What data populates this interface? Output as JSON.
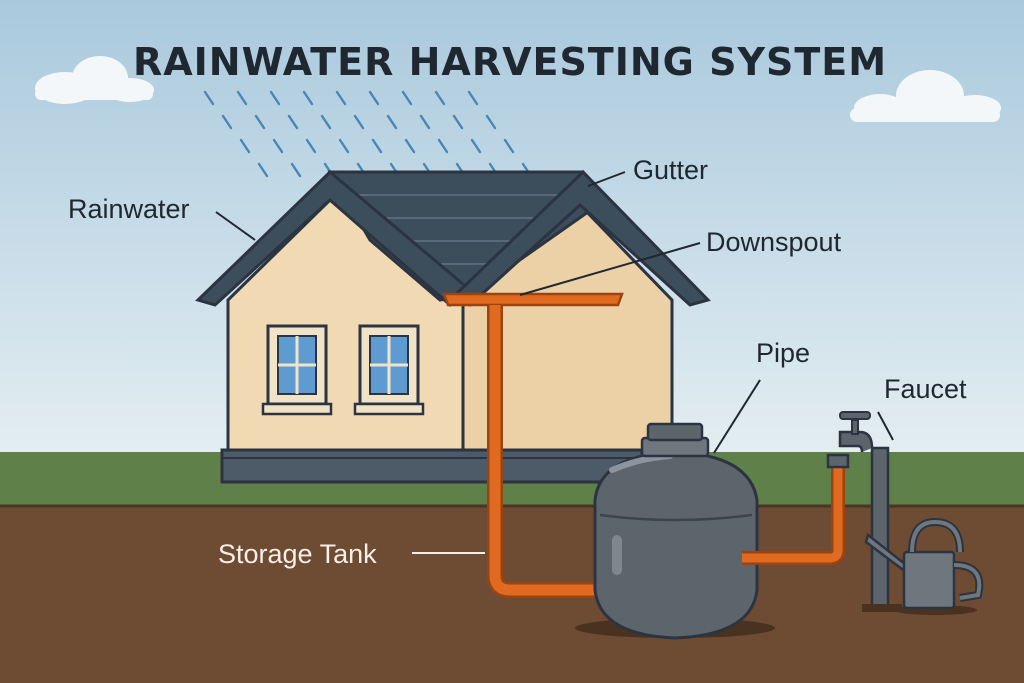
{
  "diagram": {
    "title": "RAINWATER HARVESTING SYSTEM",
    "labels": {
      "rainwater": "Rainwater",
      "gutter": "Gutter",
      "downspout": "Downspout",
      "pipe": "Pipe",
      "faucet": "Faucet",
      "storage_tank": "Storage Tank"
    }
  },
  "colors": {
    "sky_top": "#a9c9dd",
    "sky_bottom": "#e4eef2",
    "grass": "#5f8048",
    "soil": "#6e4b33",
    "wall": "#f1d9b3",
    "roof": "#3c4d5c",
    "outline": "#2b3440",
    "gutter_pipe": "#e06a1f",
    "tank": "#5c646c",
    "window_glass": "#5e9bd1",
    "rain": "#4a86b5",
    "text_dark": "#1f2730",
    "text_light": "#f5efe6"
  },
  "icons": {
    "cloud": "cloud-icon",
    "watering_can": "watering-can-icon",
    "faucet": "faucet-icon"
  }
}
